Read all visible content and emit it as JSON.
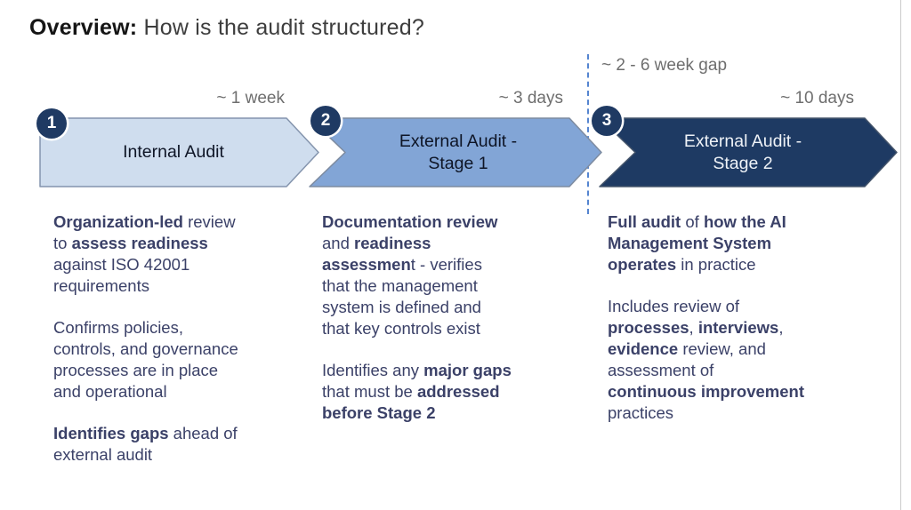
{
  "title": {
    "bold": "Overview:",
    "regular": " How is the audit structured?"
  },
  "gap_label": "~ 2 - 6 week gap",
  "colors": {
    "badge": "#1f3a63",
    "duration_text": "#6e6e6e",
    "dashed_line": "#5585d0",
    "body_text": "#3b4168",
    "slide_border": "#cbcbcb"
  },
  "stages": [
    {
      "number": "1",
      "duration": "~ 1 week",
      "label_lines": [
        "Internal Audit"
      ],
      "fill": "#cfddee",
      "border": "#8494ad",
      "text_color": "#0e1526",
      "paragraphs": [
        [
          [
            {
              "t": "Organization-led",
              "b": true
            },
            {
              "t": " review",
              "b": false
            }
          ],
          [
            {
              "t": "to ",
              "b": false
            },
            {
              "t": "assess readiness",
              "b": true
            }
          ],
          [
            {
              "t": "against ISO 42001",
              "b": false
            }
          ],
          [
            {
              "t": "requirements",
              "b": false
            }
          ]
        ],
        [
          [
            {
              "t": "Confirms policies,",
              "b": false
            }
          ],
          [
            {
              "t": "controls, and governance",
              "b": false
            }
          ],
          [
            {
              "t": "processes are in place",
              "b": false
            }
          ],
          [
            {
              "t": "and operational",
              "b": false
            }
          ]
        ],
        [
          [
            {
              "t": "Identifies gaps",
              "b": true
            },
            {
              "t": " ahead of",
              "b": false
            }
          ],
          [
            {
              "t": "external audit",
              "b": false
            }
          ]
        ]
      ]
    },
    {
      "number": "2",
      "duration": "~ 3 days",
      "label_lines": [
        "External Audit -",
        "Stage 1"
      ],
      "fill": "#82a5d6",
      "border": "#7d8ba0",
      "text_color": "#0e1526",
      "paragraphs": [
        [
          [
            {
              "t": "Documentation review",
              "b": true
            }
          ],
          [
            {
              "t": "and ",
              "b": false
            },
            {
              "t": "readiness",
              "b": true
            }
          ],
          [
            {
              "t": "assessmen",
              "b": true
            },
            {
              "t": "t - verifies",
              "b": false
            }
          ],
          [
            {
              "t": "that the management",
              "b": false
            }
          ],
          [
            {
              "t": "system is defined and",
              "b": false
            }
          ],
          [
            {
              "t": "that key controls exist",
              "b": false
            }
          ]
        ],
        [
          [
            {
              "t": "Identifies any ",
              "b": false
            },
            {
              "t": "major gaps",
              "b": true
            }
          ],
          [
            {
              "t": "that must be ",
              "b": false
            },
            {
              "t": "addressed",
              "b": true
            }
          ],
          [
            {
              "t": "before Stage 2",
              "b": true
            }
          ]
        ]
      ]
    },
    {
      "number": "3",
      "duration": "~ 10 days",
      "label_lines": [
        "External Audit -",
        "Stage 2"
      ],
      "fill": "#1e3a63",
      "border": "#44546a",
      "text_color": "#eef2f7",
      "paragraphs": [
        [
          [
            {
              "t": "Full audit",
              "b": true
            },
            {
              "t": " of ",
              "b": false
            },
            {
              "t": "how the AI",
              "b": true
            }
          ],
          [
            {
              "t": "Management System",
              "b": true
            }
          ],
          [
            {
              "t": "operates",
              "b": true
            },
            {
              "t": " in practice",
              "b": false
            }
          ]
        ],
        [
          [
            {
              "t": "Includes review of",
              "b": false
            }
          ],
          [
            {
              "t": "processes",
              "b": true
            },
            {
              "t": ", ",
              "b": false
            },
            {
              "t": "interviews",
              "b": true
            },
            {
              "t": ",",
              "b": false
            }
          ],
          [
            {
              "t": "evidence",
              "b": true
            },
            {
              "t": " review, and",
              "b": false
            }
          ],
          [
            {
              "t": "assessment of",
              "b": false
            }
          ],
          [
            {
              "t": "continuous improvement",
              "b": true
            }
          ],
          [
            {
              "t": "practices",
              "b": false
            }
          ]
        ]
      ]
    }
  ]
}
